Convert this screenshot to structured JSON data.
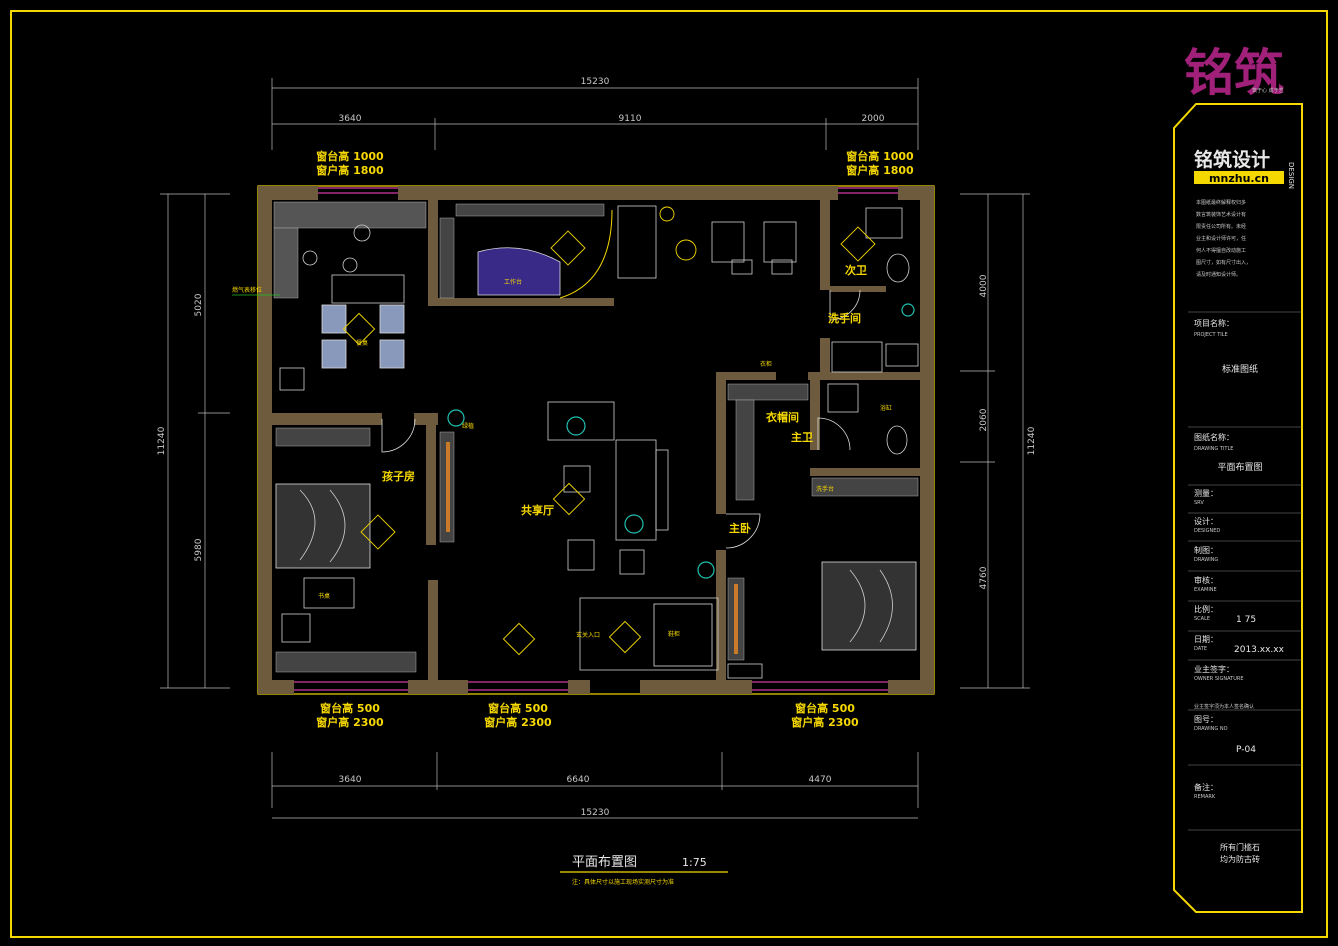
{
  "brand": {
    "logo_text": "铭筑",
    "logo_sub": "筑于心  成于艺",
    "company": "铭筑设计",
    "web": "mnzhu.cn",
    "side_word": "DESIGN",
    "notice": [
      "本图纸最终解释权归多",
      "数言筑装饰艺术设计有",
      "限责任公司所有。未经",
      "业主和设计师许可，任",
      "何人不得擅自改动施工",
      "图尺寸，如有尺寸出入，",
      "请及时通知设计师。"
    ]
  },
  "title_block": {
    "project_name_label": "项目名称：",
    "project_name_en": "PROJECT TILE",
    "project_name_value": "标准图纸",
    "drawing_name_label": "图纸名称：",
    "drawing_name_en": "DRAWING TITLE",
    "drawing_name_value": "平面布置图",
    "surveyed_label": "测量：",
    "surveyed_en": "SRV",
    "design_label": "设计：",
    "design_en": "DESIGNED",
    "drawn_label": "制图：",
    "drawn_en": "DRAWING",
    "check_label": "审核：",
    "check_en": "EXAMINE",
    "scale_label": "比例：",
    "scale_en": "SCALE",
    "scale_value": "1 75",
    "date_label": "日期：",
    "date_en": "DATE",
    "date_value": "2013.xx.xx",
    "owner_label": "业主签字：",
    "owner_en": "OWNER SIGNATURE",
    "owner_note": "业主签字须为本人签名确认",
    "drawing_no_label": "图号：",
    "drawing_no_en": "DRAWING NO",
    "drawing_no_value": "P-04",
    "remark_label": "备注：",
    "remark_en": "REMARK",
    "address_1": "所有门槛石",
    "address_2": "均为防古砖"
  },
  "plan": {
    "title": "平面布置图",
    "scale": "1:75",
    "note": "注：具体尺寸以施工现场实测尺寸为准",
    "dims_top": {
      "total": "15230",
      "parts": [
        "3640",
        "9110",
        "2000"
      ]
    },
    "dims_bottom": {
      "total": "15230",
      "parts": [
        "3640",
        "6640",
        "4470"
      ]
    },
    "dims_left": {
      "total": "11240",
      "parts": [
        "5020",
        "5980"
      ]
    },
    "dims_right": {
      "total": "11240",
      "parts": [
        "4000",
        "2060",
        "4760"
      ]
    },
    "window_notes": [
      {
        "sill": "窗台高 1000",
        "height": "窗户高 1800"
      },
      {
        "sill": "窗台高 1000",
        "height": "窗户高 1800"
      },
      {
        "sill": "窗台高 500",
        "height": "窗户高 2300"
      },
      {
        "sill": "窗台高 500",
        "height": "窗户高 2300"
      },
      {
        "sill": "窗台高 500",
        "height": "窗户高 2300"
      }
    ],
    "rooms": {
      "kids_room": "孩子房",
      "living_room": "共享厅",
      "closet": "衣帽间",
      "master_bath": "主卫",
      "master_bedroom": "主卧",
      "guest_bath": "次卫",
      "wash_room": "洗手间"
    },
    "small_labels": {
      "work_table": "工作台",
      "sink_unit": "洗手台",
      "bath_tub": "浴缸",
      "entrance": "玄关入口",
      "shoe_cabinet": "鞋柜",
      "dining": "餐桌",
      "study_desk": "书桌",
      "gas_meter": "燃气表移位",
      "green_plant": "绿植",
      "wardrobe": "衣柜"
    }
  },
  "colors": {
    "line": "#f5d800",
    "wall": "#6e5a3c",
    "furniture": "#d0d0d0",
    "accent": "#b0308a",
    "plant": "#20c0b0"
  }
}
